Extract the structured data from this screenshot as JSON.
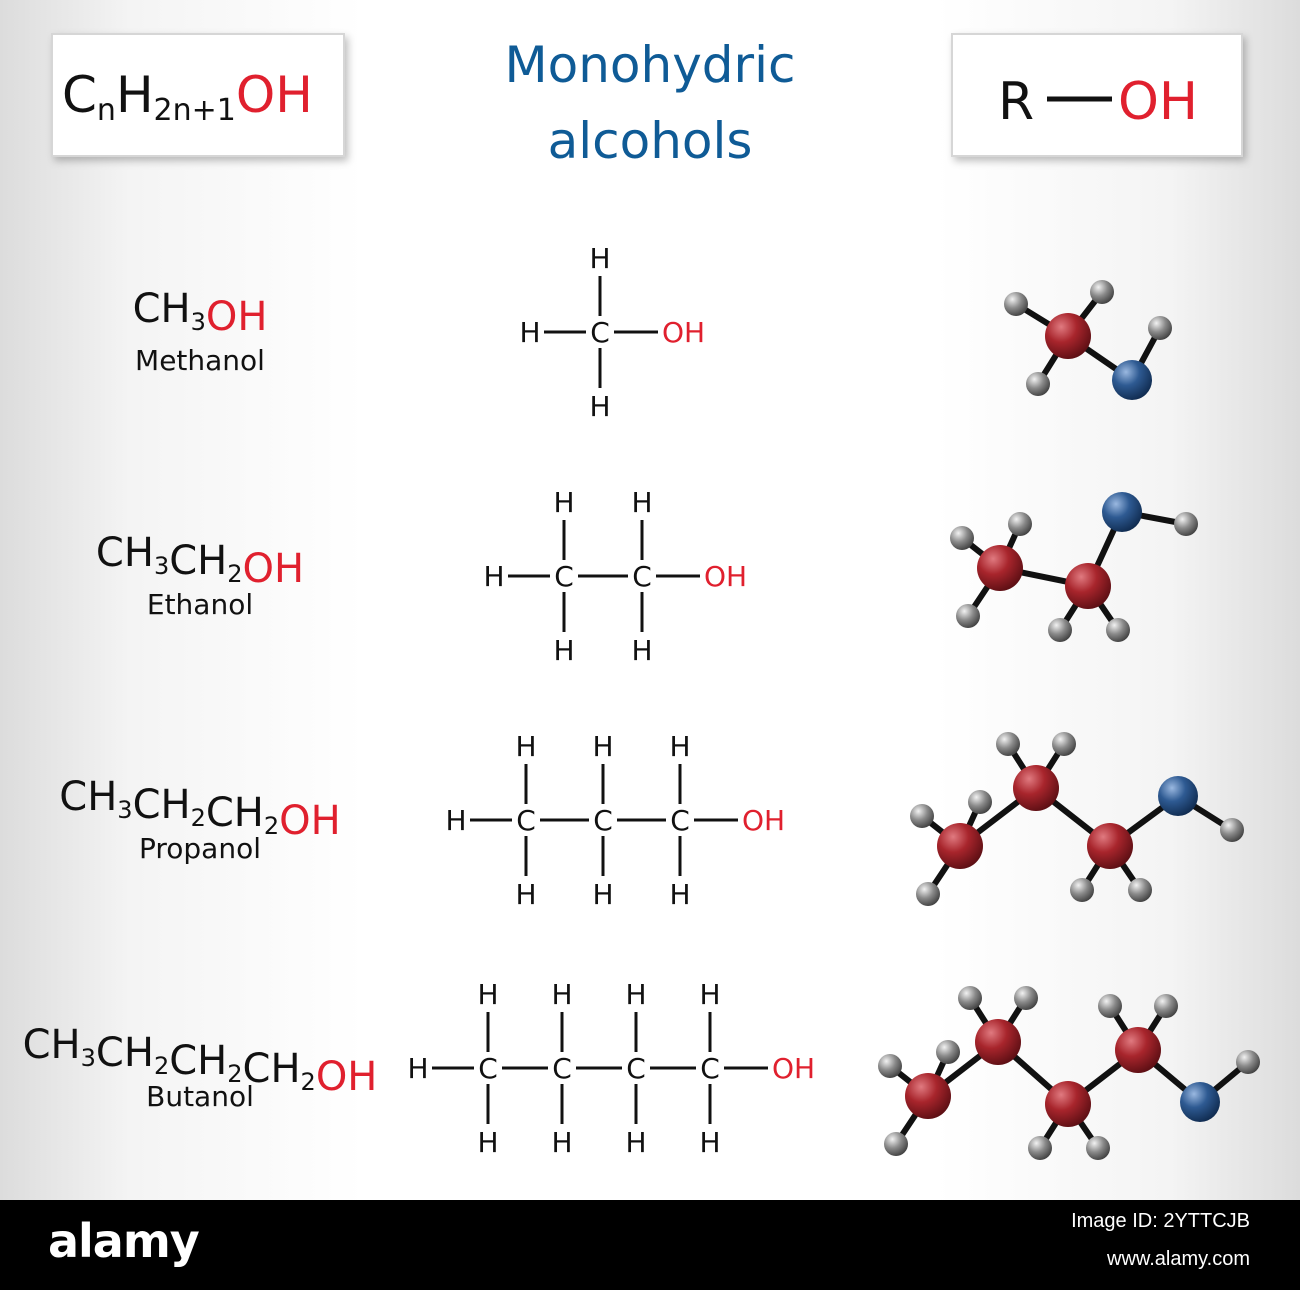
{
  "title": {
    "line1": "Monohydric",
    "line2": "alcohols",
    "color": "#0f5b96"
  },
  "general_formula": {
    "c": "C",
    "n_sub": "n",
    "h": "H",
    "h_sub": "2n+1",
    "oh": "OH"
  },
  "general_structure": {
    "r": "R",
    "oh": "OH"
  },
  "colors": {
    "text": "#111111",
    "oh_red": "#e0202e",
    "carbon_atom": "#a8252c",
    "oxygen_atom": "#2e5a92",
    "hydrogen_atom": "#7e7e7e",
    "bond": "#111111"
  },
  "alcohols": [
    {
      "name": "Methanol",
      "carbons": 1,
      "formula": [
        [
          "CH",
          "3"
        ]
      ],
      "oh": "OH"
    },
    {
      "name": "Ethanol",
      "carbons": 2,
      "formula": [
        [
          "CH",
          "3"
        ],
        [
          "CH",
          "2"
        ]
      ],
      "oh": "OH"
    },
    {
      "name": "Propanol",
      "carbons": 3,
      "formula": [
        [
          "CH",
          "3"
        ],
        [
          "CH",
          "2"
        ],
        [
          "CH",
          "2"
        ]
      ],
      "oh": "OH"
    },
    {
      "name": "Butanol",
      "carbons": 4,
      "formula": [
        [
          "CH",
          "3"
        ],
        [
          "CH",
          "2"
        ],
        [
          "CH",
          "2"
        ],
        [
          "CH",
          "2"
        ]
      ],
      "oh": "OH"
    }
  ],
  "structure_labels": {
    "h": "H",
    "c": "C",
    "oh": "OH"
  },
  "footer": {
    "brand": "alamy",
    "image_id": "Image ID: 2YTTCJB",
    "site": "www.alamy.com"
  }
}
